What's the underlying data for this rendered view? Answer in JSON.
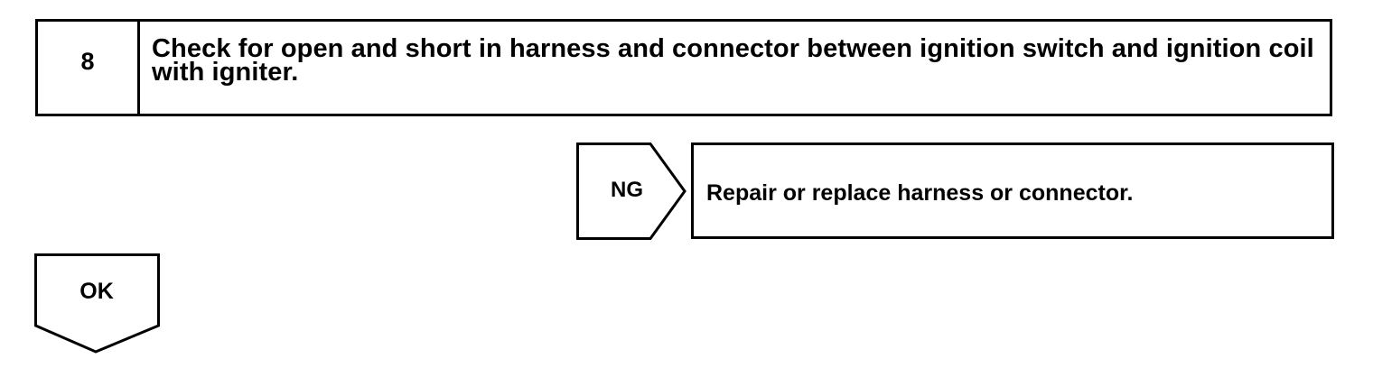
{
  "step": {
    "number": "8",
    "title": "Check for open and short in harness and connector between ignition switch and ignition coil with igniter."
  },
  "ng_branch": {
    "label": "NG",
    "action": "Repair or replace harness or connector."
  },
  "ok_branch": {
    "label": "OK"
  }
}
